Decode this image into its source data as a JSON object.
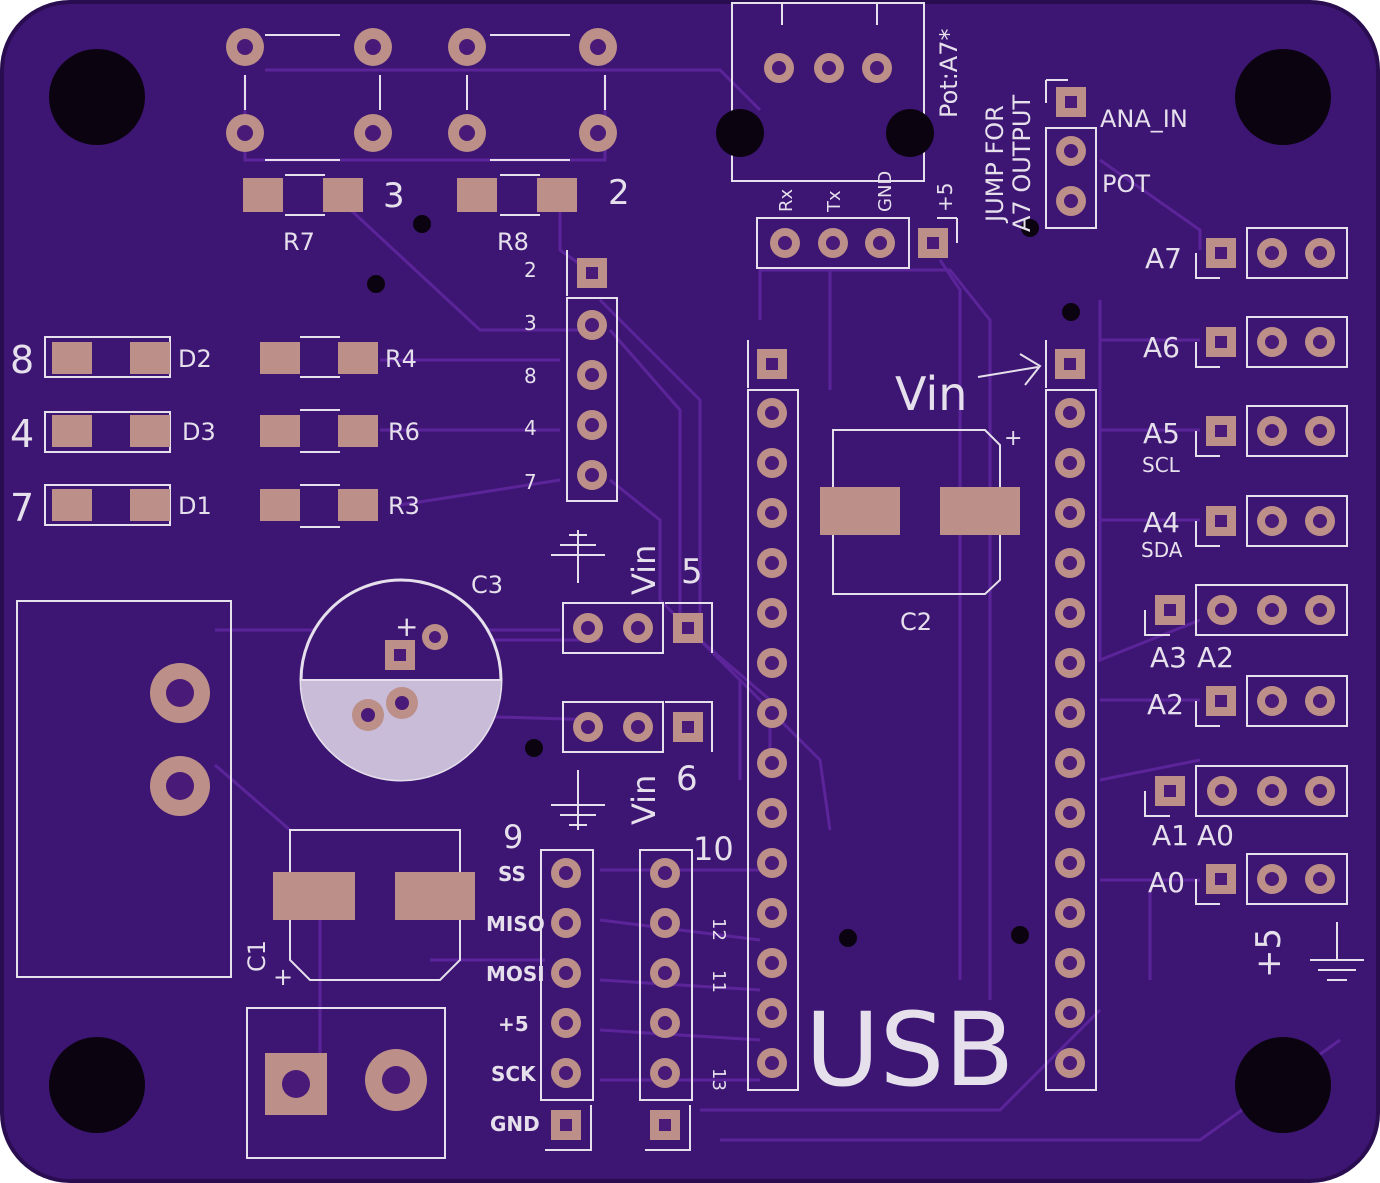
{
  "colors": {
    "board": "#3d1573",
    "board_edge": "#2a0d50",
    "trace": "#5b2599",
    "pad": "#bc8f88",
    "silkscreen": "#e6e0ec"
  },
  "labels": {
    "res_top_left": "3",
    "res_top_right": "2",
    "r7": "R7",
    "r8": "R8",
    "hdr_2": "2",
    "hdr_3": "3",
    "hdr_8": "8",
    "hdr_4": "4",
    "hdr_7": "7",
    "led_8": "8",
    "led_4": "4",
    "led_7": "7",
    "d2": "D2",
    "d3": "D3",
    "d1": "D1",
    "r4": "R4",
    "r6": "R6",
    "r3": "R3",
    "c3": "C3",
    "c3_plus": "+",
    "servo5_vin": "Vin",
    "servo5_num": "5",
    "servo6_vin": "Vin",
    "servo6_num": "6",
    "c1": "C1",
    "c1_plus": "+",
    "c2": "C2",
    "c2_plus": "+",
    "vin_arrow": "Vin",
    "usb": "USB",
    "rx": "Rx",
    "tx": "Tx",
    "gnd_top": "GND",
    "plus5_top": "+5",
    "pot_a7": "Pot:A7*",
    "jump_for": "JUMP FOR",
    "a7_output": "A7 OUTPUT",
    "ana_in": "ANA_IN",
    "pot": "POT",
    "a7": "A7",
    "a6": "A6",
    "a5": "A5",
    "scl": "SCL",
    "a4": "A4",
    "sda": "SDA",
    "a3": "A3",
    "a2_pair": "A2",
    "a2": "A2",
    "a1": "A1",
    "a0_pair": "A0",
    "a0": "A0",
    "plus5_bottom": "+5",
    "isp_9": "9",
    "isp_10": "10",
    "ss": "SS",
    "miso": "MISO",
    "mosi": "MOSI",
    "isp_plus5": "+5",
    "sck": "SCK",
    "isp_gnd": "GND",
    "pin_12": "12",
    "pin_11": "11",
    "pin_13": "13"
  }
}
